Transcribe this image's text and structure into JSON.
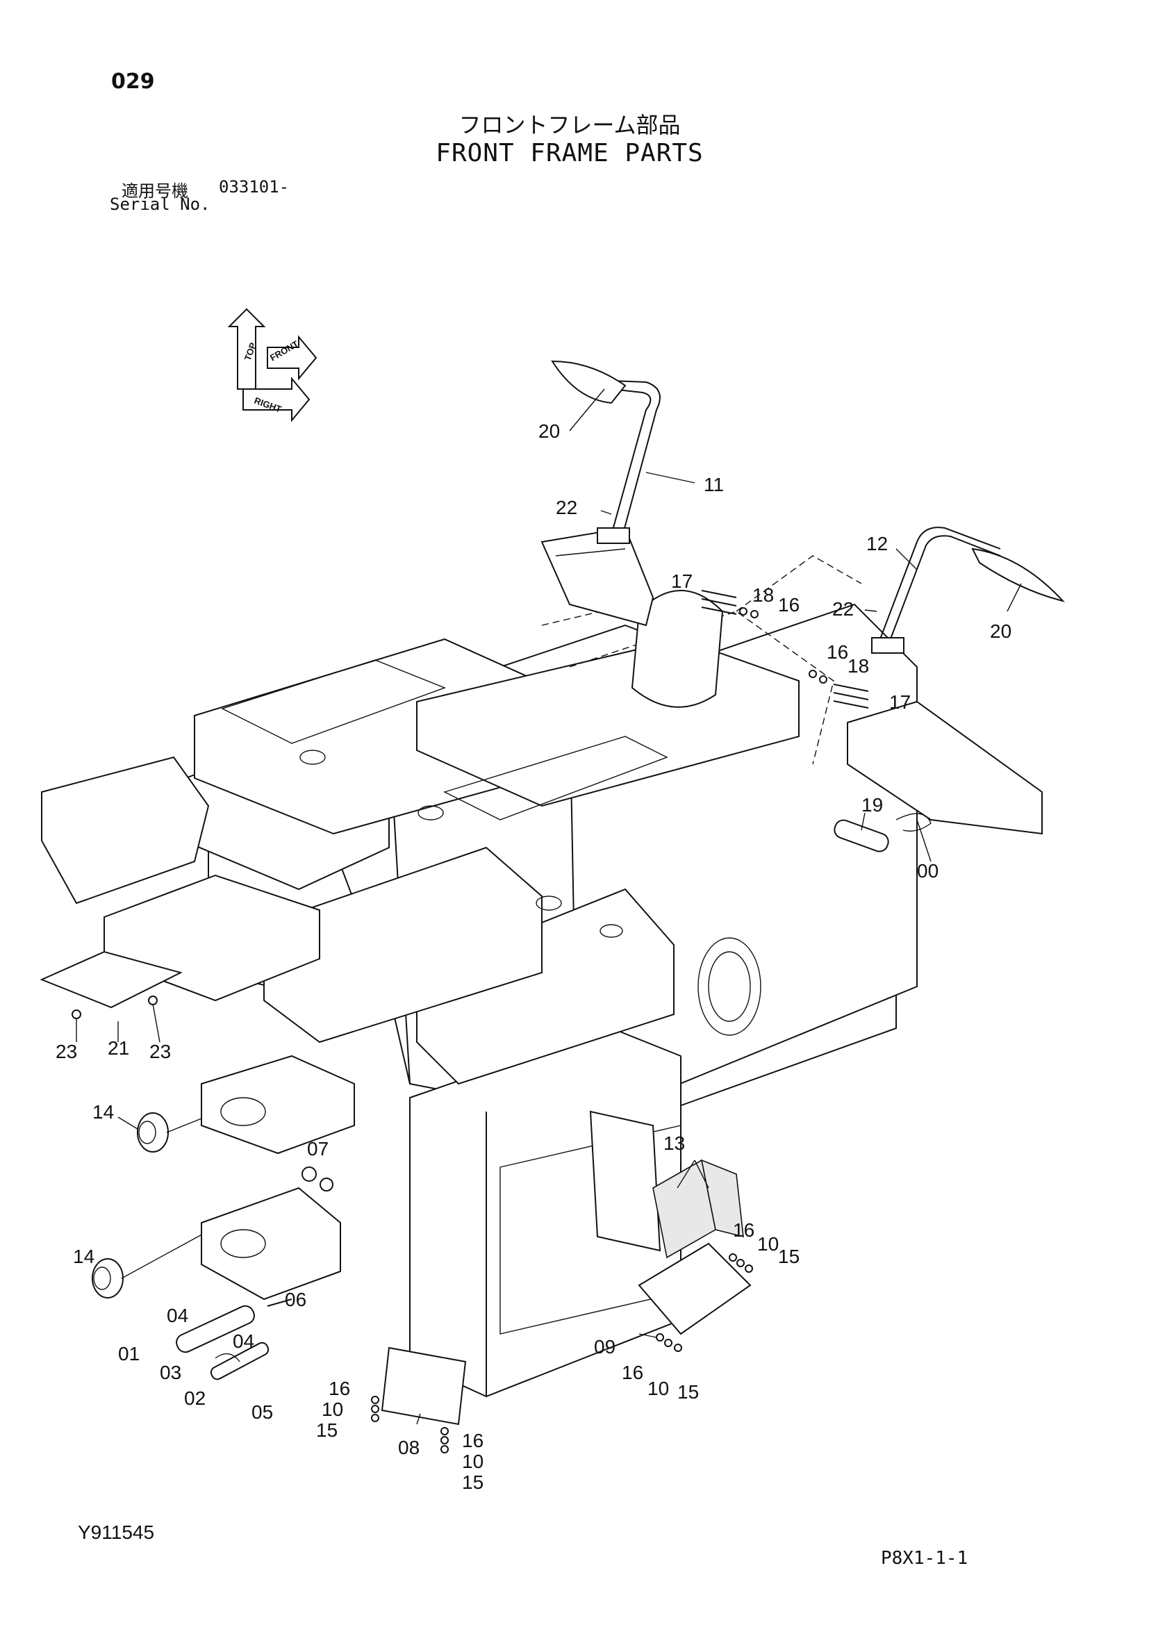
{
  "header": {
    "page_number": "029",
    "title_jp": "フロントフレーム部品",
    "title_en": "FRONT FRAME PARTS",
    "serial_label_jp": "適用号機",
    "serial_value": "033101-",
    "serial_label_en": "Serial No."
  },
  "orientation_indicator": {
    "labels": [
      "TOP",
      "FRONT",
      "RIGHT"
    ]
  },
  "callouts": [
    "20",
    "11",
    "22",
    "17",
    "18",
    "16",
    "12",
    "22",
    "20",
    "16",
    "18",
    "17",
    "19",
    "00",
    "23",
    "21",
    "23",
    "14",
    "07",
    "14",
    "13",
    "16",
    "10",
    "15",
    "04",
    "06",
    "04",
    "01",
    "03",
    "02",
    "05",
    "16",
    "10",
    "15",
    "08",
    "16",
    "10",
    "15",
    "09",
    "16",
    "10",
    "15"
  ],
  "footer": {
    "drawing_number": "Y911545",
    "page_code": "P8X1-1-1"
  }
}
